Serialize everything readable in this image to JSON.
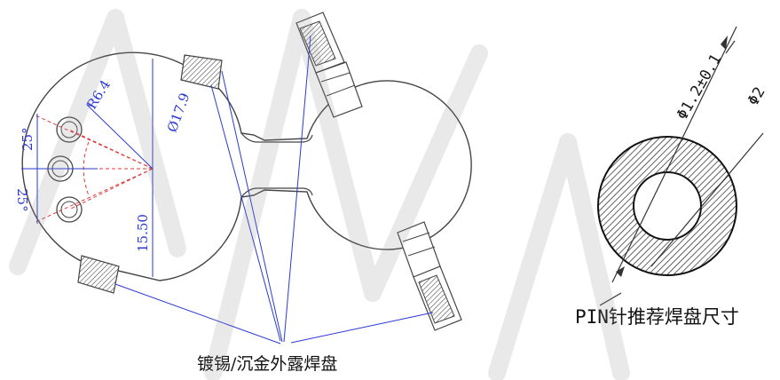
{
  "colors": {
    "outline": "#444444",
    "dimension_blue": "#2a3ad6",
    "dash_red": "#e03a3a",
    "hatch": "#222222",
    "watermark": "#8a8a8a"
  },
  "left_drawing": {
    "dim_radius": "R6.4",
    "dim_diameter": "Ø17.9",
    "dim_height": "15.50",
    "dim_angle_top": "25°",
    "dim_angle_bottom": "25°",
    "caption": "镀锡/沉金外露焊盘"
  },
  "right_drawing": {
    "dim_inner": "Φ1.2±0.1",
    "dim_outer": "Φ2",
    "caption": "PIN针推荐焊盘尺寸"
  },
  "watermark_icon": "diagonal-watermark-strokes"
}
